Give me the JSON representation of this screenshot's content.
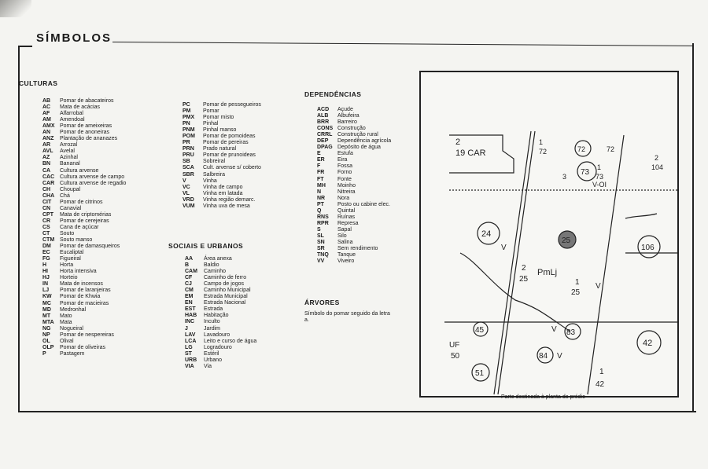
{
  "title": "SÍMBOLOS",
  "culturas": {
    "heading": "CULTURAS",
    "items": [
      {
        "code": "AB",
        "desc": "Pomar de abacateiros"
      },
      {
        "code": "AC",
        "desc": "Mata de acácias"
      },
      {
        "code": "AF",
        "desc": "Alfarrobal"
      },
      {
        "code": "AM",
        "desc": "Amendoal"
      },
      {
        "code": "AMX",
        "desc": "Pomar de ameixeiras"
      },
      {
        "code": "AN",
        "desc": "Pomar de anoneiras"
      },
      {
        "code": "ANZ",
        "desc": "Plantação de ananazes"
      },
      {
        "code": "AR",
        "desc": "Arrozal"
      },
      {
        "code": "AVL",
        "desc": "Avelal"
      },
      {
        "code": "AZ",
        "desc": "Azinhal"
      },
      {
        "code": "BN",
        "desc": "Bananal"
      },
      {
        "code": "CA",
        "desc": "Cultura arvense"
      },
      {
        "code": "CAC",
        "desc": "Cultura arvense de campo"
      },
      {
        "code": "CAR",
        "desc": "Cultura arvense de regadio"
      },
      {
        "code": "CH",
        "desc": "Choupal"
      },
      {
        "code": "CHA",
        "desc": "Chá"
      },
      {
        "code": "CIT",
        "desc": "Pomar de citrinos"
      },
      {
        "code": "CN",
        "desc": "Canavial"
      },
      {
        "code": "CPT",
        "desc": "Mata de criptomérias"
      },
      {
        "code": "CR",
        "desc": "Pomar de cerejeiras"
      },
      {
        "code": "CS",
        "desc": "Cana de açúcar"
      },
      {
        "code": "CT",
        "desc": "Souto"
      },
      {
        "code": "CTM",
        "desc": "Souto manso"
      },
      {
        "code": "DM",
        "desc": "Pomar de damasqueiros"
      },
      {
        "code": "EC",
        "desc": "Eucaliptal"
      },
      {
        "code": "FG",
        "desc": "Figueiral"
      },
      {
        "code": "H",
        "desc": "Horta"
      },
      {
        "code": "HI",
        "desc": "Horta intensiva"
      },
      {
        "code": "HJ",
        "desc": "Horteio"
      },
      {
        "code": "IN",
        "desc": "Mata de incensos"
      },
      {
        "code": "LJ",
        "desc": "Pomar de laranjeiras"
      },
      {
        "code": "KW",
        "desc": "Pomar de Khwia"
      },
      {
        "code": "MC",
        "desc": "Pomar de macieiras"
      },
      {
        "code": "MD",
        "desc": "Medronhal"
      },
      {
        "code": "MT",
        "desc": "Mato"
      },
      {
        "code": "MTA",
        "desc": "Mata"
      },
      {
        "code": "NG",
        "desc": "Nogueiral"
      },
      {
        "code": "NP",
        "desc": "Pomar de nespereiras"
      },
      {
        "code": "OL",
        "desc": "Olival"
      },
      {
        "code": "OLP",
        "desc": "Pomar de oliveiras"
      },
      {
        "code": "P",
        "desc": "Pastagem"
      }
    ],
    "items2": [
      {
        "code": "PC",
        "desc": "Pomar de pessegueiros"
      },
      {
        "code": "PM",
        "desc": "Pomar"
      },
      {
        "code": "PMX",
        "desc": "Pomar misto"
      },
      {
        "code": "PN",
        "desc": "Pinhal"
      },
      {
        "code": "PNM",
        "desc": "Pinhal manso"
      },
      {
        "code": "POM",
        "desc": "Pomar de pomoideas"
      },
      {
        "code": "PR",
        "desc": "Pomar de pereiras"
      },
      {
        "code": "PRN",
        "desc": "Prado natural"
      },
      {
        "code": "PRU",
        "desc": "Pomar de prunoideas"
      },
      {
        "code": "SB",
        "desc": "Sobreiral"
      },
      {
        "code": "SCA",
        "desc": "Cult. arvense s/ coberto"
      },
      {
        "code": "SBR",
        "desc": "Salbreira"
      },
      {
        "code": "V",
        "desc": "Vinha"
      },
      {
        "code": "VC",
        "desc": "Vinha de campo"
      },
      {
        "code": "VL",
        "desc": "Vinha em latada"
      },
      {
        "code": "VRD",
        "desc": "Vinha região demarc."
      },
      {
        "code": "VUM",
        "desc": "Vinha uva de mesa"
      }
    ]
  },
  "sociais": {
    "heading": "SOCIAIS E URBANOS",
    "items": [
      {
        "code": "AA",
        "desc": "Área anexa"
      },
      {
        "code": "B",
        "desc": "Baldio"
      },
      {
        "code": "CAM",
        "desc": "Caminho"
      },
      {
        "code": "CF",
        "desc": "Caminho de ferro"
      },
      {
        "code": "CJ",
        "desc": "Campo de jogos"
      },
      {
        "code": "CM",
        "desc": "Caminho Municipal"
      },
      {
        "code": "EM",
        "desc": "Estrada Municipal"
      },
      {
        "code": "EN",
        "desc": "Estrada Nacional"
      },
      {
        "code": "EST",
        "desc": "Estrada"
      },
      {
        "code": "HAB",
        "desc": "Habitação"
      },
      {
        "code": "INC",
        "desc": "Inculto"
      },
      {
        "code": "J",
        "desc": "Jardim"
      },
      {
        "code": "LAV",
        "desc": "Lavadouro"
      },
      {
        "code": "LCA",
        "desc": "Leito e curso de água"
      },
      {
        "code": "LG",
        "desc": "Logradouro"
      },
      {
        "code": "ST",
        "desc": "Estéril"
      },
      {
        "code": "URB",
        "desc": "Urbano"
      },
      {
        "code": "VIA",
        "desc": "Via"
      }
    ]
  },
  "dependencias": {
    "heading": "DEPENDÊNCIAS",
    "items": [
      {
        "code": "ACD",
        "desc": "Açude"
      },
      {
        "code": "ALB",
        "desc": "Albufeira"
      },
      {
        "code": "BRR",
        "desc": "Barreiro"
      },
      {
        "code": "CONS",
        "desc": "Construção"
      },
      {
        "code": "CRRL",
        "desc": "Construção rural"
      },
      {
        "code": "DEP",
        "desc": "Dependência agrícola"
      },
      {
        "code": "DPAG",
        "desc": "Depósito de água"
      },
      {
        "code": "E",
        "desc": "Estufa"
      },
      {
        "code": "ER",
        "desc": "Eira"
      },
      {
        "code": "F",
        "desc": "Fossa"
      },
      {
        "code": "FR",
        "desc": "Forno"
      },
      {
        "code": "FT",
        "desc": "Fonte"
      },
      {
        "code": "MH",
        "desc": "Moinho"
      },
      {
        "code": "N",
        "desc": "Nitreira"
      },
      {
        "code": "NR",
        "desc": "Nora"
      },
      {
        "code": "PT",
        "desc": "Posto ou cabine elec."
      },
      {
        "code": "Q",
        "desc": "Quintal"
      },
      {
        "code": "RNS",
        "desc": "Ruínas"
      },
      {
        "code": "RPR",
        "desc": "Represa"
      },
      {
        "code": "S",
        "desc": "Sapal"
      },
      {
        "code": "SL",
        "desc": "Silo"
      },
      {
        "code": "SN",
        "desc": "Salina"
      },
      {
        "code": "SR",
        "desc": "Sem rendimento"
      },
      {
        "code": "TNQ",
        "desc": "Tanque"
      },
      {
        "code": "VV",
        "desc": "Viveiro"
      }
    ]
  },
  "arvores": {
    "heading": "ÁRVORES",
    "note": "Símbolo do pomar seguido da letra a."
  },
  "map": {
    "caption": "Parte destinada à planta do prédio",
    "labels": {
      "l_2_top": "2",
      "l_19car": "19 CAR",
      "l_1": "1",
      "l_72a": "72",
      "l_72_circle": "72",
      "l_72b": "72",
      "l_2_r": "2",
      "l_104": "104",
      "l_3": "3",
      "l_73_circle": "73",
      "l_1b": "1",
      "l_73": "73",
      "l_voi": "V-OI",
      "l_24": "24",
      "l_v1": "V",
      "l_25_circle": "25",
      "l_106": "106",
      "l_2b": "2",
      "l_25a": "25",
      "l_pmlj": "PmLj",
      "l_1c": "1",
      "l_25b": "25",
      "l_v2": "V",
      "l_45": "45",
      "l_v3": "V",
      "l_83": "83",
      "l_42": "42",
      "l_ufa": "UF",
      "l_ufb": "50",
      "l_84": "84",
      "l_v4": "V",
      "l_51": "51",
      "l_1d": "1",
      "l_42b": "42"
    }
  }
}
